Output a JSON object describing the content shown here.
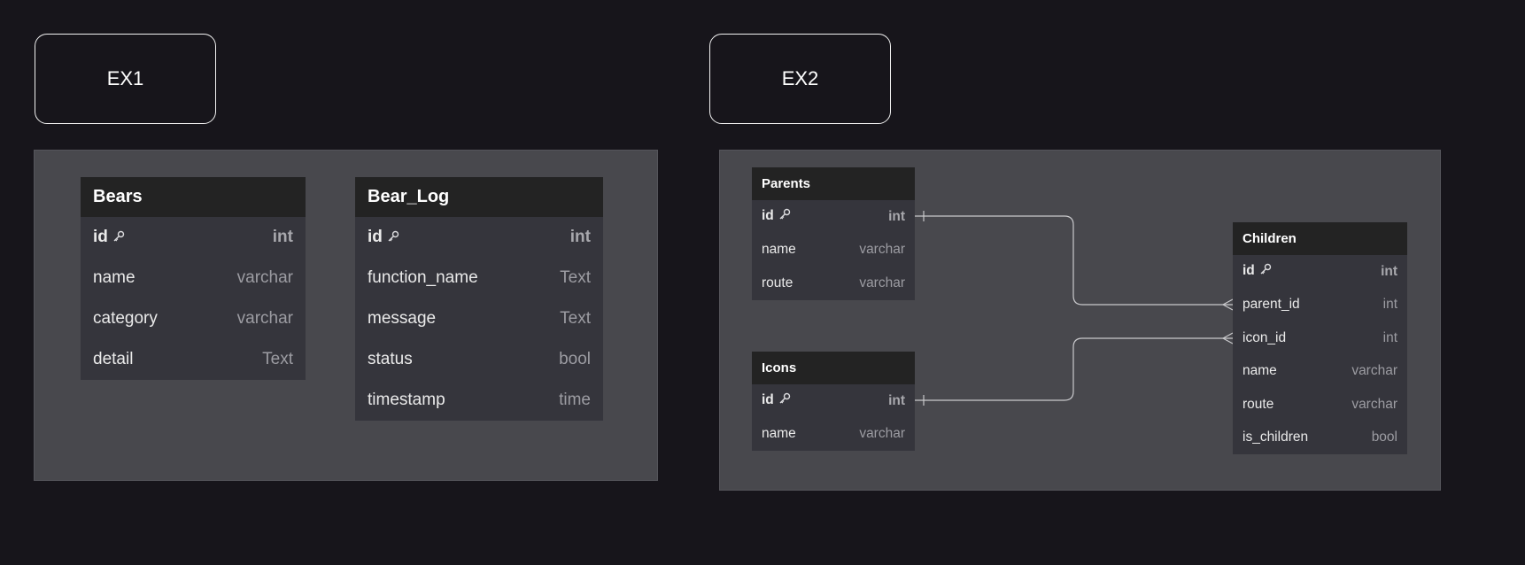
{
  "labels": {
    "ex1": "EX1",
    "ex2": "EX2"
  },
  "tables": {
    "bears": {
      "title": "Bears",
      "columns": [
        {
          "name": "id",
          "type": "int",
          "pk": true
        },
        {
          "name": "name",
          "type": "varchar"
        },
        {
          "name": "category",
          "type": "varchar"
        },
        {
          "name": "detail",
          "type": "Text"
        }
      ]
    },
    "bear_log": {
      "title": "Bear_Log",
      "columns": [
        {
          "name": "id",
          "type": "int",
          "pk": true
        },
        {
          "name": "function_name",
          "type": "Text"
        },
        {
          "name": "message",
          "type": "Text"
        },
        {
          "name": "status",
          "type": "bool"
        },
        {
          "name": "timestamp",
          "type": "time"
        }
      ]
    },
    "parents": {
      "title": "Parents",
      "columns": [
        {
          "name": "id",
          "type": "int",
          "pk": true
        },
        {
          "name": "name",
          "type": "varchar"
        },
        {
          "name": "route",
          "type": "varchar"
        }
      ]
    },
    "icons": {
      "title": "Icons",
      "columns": [
        {
          "name": "id",
          "type": "int",
          "pk": true
        },
        {
          "name": "name",
          "type": "varchar"
        }
      ]
    },
    "children": {
      "title": "Children",
      "columns": [
        {
          "name": "id",
          "type": "int",
          "pk": true
        },
        {
          "name": "parent_id",
          "type": "int"
        },
        {
          "name": "icon_id",
          "type": "int"
        },
        {
          "name": "name",
          "type": "varchar"
        },
        {
          "name": "route",
          "type": "varchar"
        },
        {
          "name": "is_children",
          "type": "bool"
        }
      ]
    }
  },
  "relations": [
    {
      "from": "parents.id",
      "to": "children.parent_id",
      "cardinality": "one-to-many"
    },
    {
      "from": "icons.id",
      "to": "children.icon_id",
      "cardinality": "one-to-many"
    }
  ],
  "icons": {
    "primary_key": "key-icon"
  }
}
